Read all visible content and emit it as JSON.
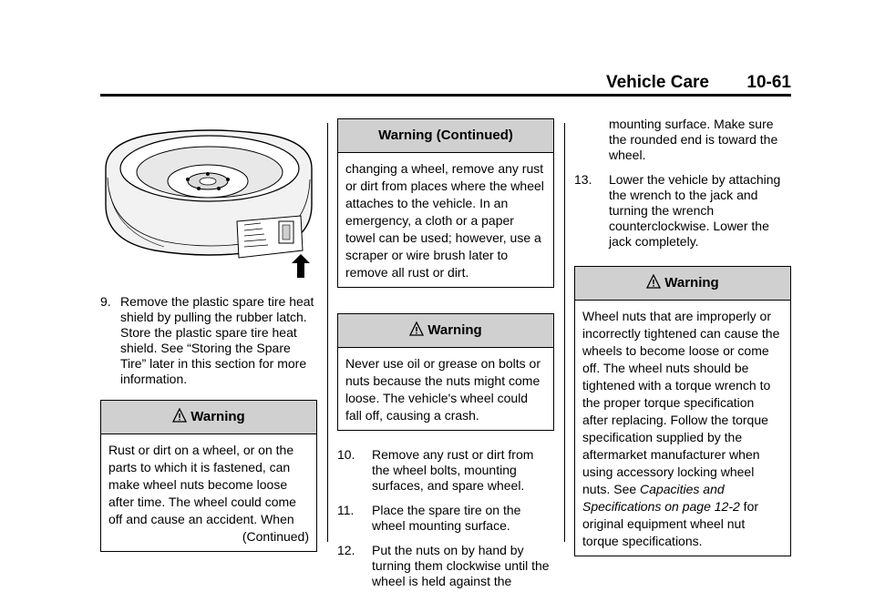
{
  "header": {
    "section": "Vehicle Care",
    "page": "10-61"
  },
  "column1": {
    "image": {
      "icon": "spare-tire-illustration"
    },
    "step9": {
      "number": "9.",
      "text": "Remove the plastic spare tire heat shield by pulling the rubber latch. Store the plastic spare tire heat shield. See “Storing the Spare Tire” later in this section for more information."
    },
    "warning1": {
      "title": "Warning",
      "body": "Rust or dirt on a wheel, or on the parts to which it is fastened, can make wheel nuts become loose after time. The wheel could come off and cause an accident. When",
      "continued": "(Continued)"
    }
  },
  "column2": {
    "warning_continued": {
      "title": "Warning  (Continued)",
      "body": "changing a wheel, remove any rust or dirt from places where the wheel attaches to the vehicle. In an emergency, a cloth or a paper towel can be used; however, use a scraper or wire brush later to remove all rust or dirt."
    },
    "warning2": {
      "title": "Warning",
      "body": "Never use oil or grease on bolts or nuts because the nuts might come loose. The vehicle's wheel could fall off, causing a crash."
    },
    "step10": {
      "number": "10.",
      "text": "Remove any rust or dirt from the wheel bolts, mounting surfaces, and spare wheel."
    },
    "step11": {
      "number": "11.",
      "text": "Place the spare tire on the wheel mounting surface."
    },
    "step12": {
      "number": "12.",
      "text": "Put the nuts on by hand by turning them clockwise until the wheel is held against the"
    }
  },
  "column3": {
    "step12_cont": "mounting surface. Make sure the rounded end is toward the wheel.",
    "step13": {
      "number": "13.",
      "text": "Lower the vehicle by attaching the wrench to the jack and turning the wrench counterclockwise. Lower the jack completely."
    },
    "warning3": {
      "title": "Warning",
      "body_start": "Wheel nuts that are improperly or incorrectly tightened can cause the wheels to become loose or come off. The wheel nuts should be tightened with a torque wrench to the proper torque specification after replacing. Follow the torque specification supplied by the aftermarket manufacturer when using accessory locking wheel nuts. See ",
      "link": "Capacities and Specifications on page 12-2",
      "body_end": " for original equipment wheel nut torque specifications."
    }
  }
}
